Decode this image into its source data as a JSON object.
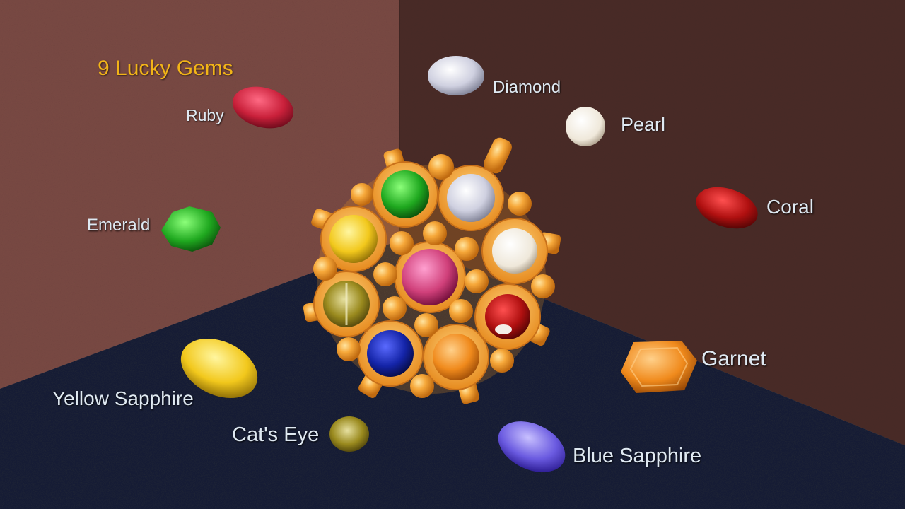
{
  "title": "9 Lucky Gems",
  "gems": {
    "ruby": {
      "label": "Ruby",
      "color": "#c9203a"
    },
    "diamond": {
      "label": "Diamond",
      "color": "#dcdce8"
    },
    "pearl": {
      "label": "Pearl",
      "color": "#f2eee4"
    },
    "coral": {
      "label": "Coral",
      "color": "#b01010"
    },
    "emerald": {
      "label": "Emerald",
      "color": "#1fa81f"
    },
    "garnet": {
      "label": "Garnet",
      "color": "#f08a1c"
    },
    "yellow_sapphire": {
      "label": "Yellow Sapphire",
      "color": "#f2c81c"
    },
    "cats_eye": {
      "label": "Cat's Eye",
      "color": "#9a8a1e"
    },
    "blue_sapphire": {
      "label": "Blue Sapphire",
      "color": "#6a5ae0"
    }
  },
  "colors": {
    "left_wall": "#7a4a44",
    "right_wall": "#4a2c28",
    "floor": "#1a2036",
    "gold": "#f2a72e"
  }
}
